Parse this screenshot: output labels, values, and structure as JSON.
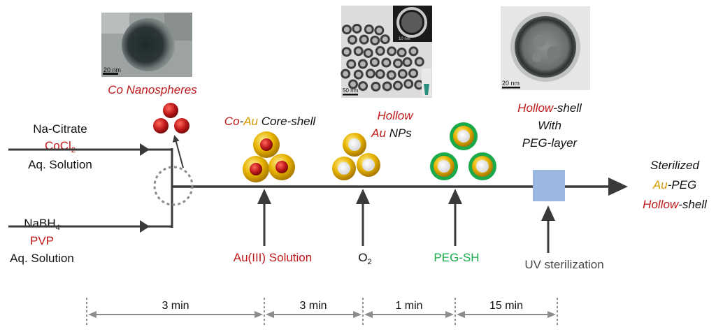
{
  "inputs": {
    "top": {
      "line1": "Na-Citrate",
      "line2_main": "CoCl",
      "line2_sub": "2",
      "line3": "Aq. Solution"
    },
    "bottom": {
      "line1_main": "NaBH",
      "line1_sub": "4",
      "line2": "PVP",
      "line3": "Aq. Solution"
    }
  },
  "micrographs": {
    "co": {
      "scale": "20 nm"
    },
    "hollow": {
      "scale": "50 nm",
      "inset_scale": "10 nm"
    },
    "peg": {
      "scale": "20 nm"
    }
  },
  "stage_labels": {
    "co_nanospheres": "Co Nanospheres",
    "core_shell": {
      "co": "Co",
      "dash": "-",
      "au": "Au",
      "rest": " Core-shell"
    },
    "hollow_nps": {
      "line1": "Hollow",
      "au": "Au",
      "nps": " NPs"
    },
    "hollow_peg": {
      "hollow": "Hollow",
      "shell": "-shell",
      "line2": "With",
      "line3": "PEG-layer"
    },
    "final": {
      "line1": "Sterilized",
      "au": "Au",
      "peg": "-PEG",
      "hollow": "Hollow",
      "shell": "-shell"
    }
  },
  "additions": {
    "au3": "Au(III) Solution",
    "o2_main": "O",
    "o2_sub": "2",
    "peg_sh": "PEG-SH",
    "uv": "UV sterilization"
  },
  "timeline": [
    "3 min",
    "3 min",
    "1 min",
    "15 min"
  ],
  "colors": {
    "red": "#c0191b",
    "gold": "#e8b400",
    "green": "#1aaa4a",
    "arrow": "#3a3a3a",
    "uv_box": "#9ab8e0",
    "dim": "#8c8c8c",
    "au_text": "#d49a00"
  }
}
